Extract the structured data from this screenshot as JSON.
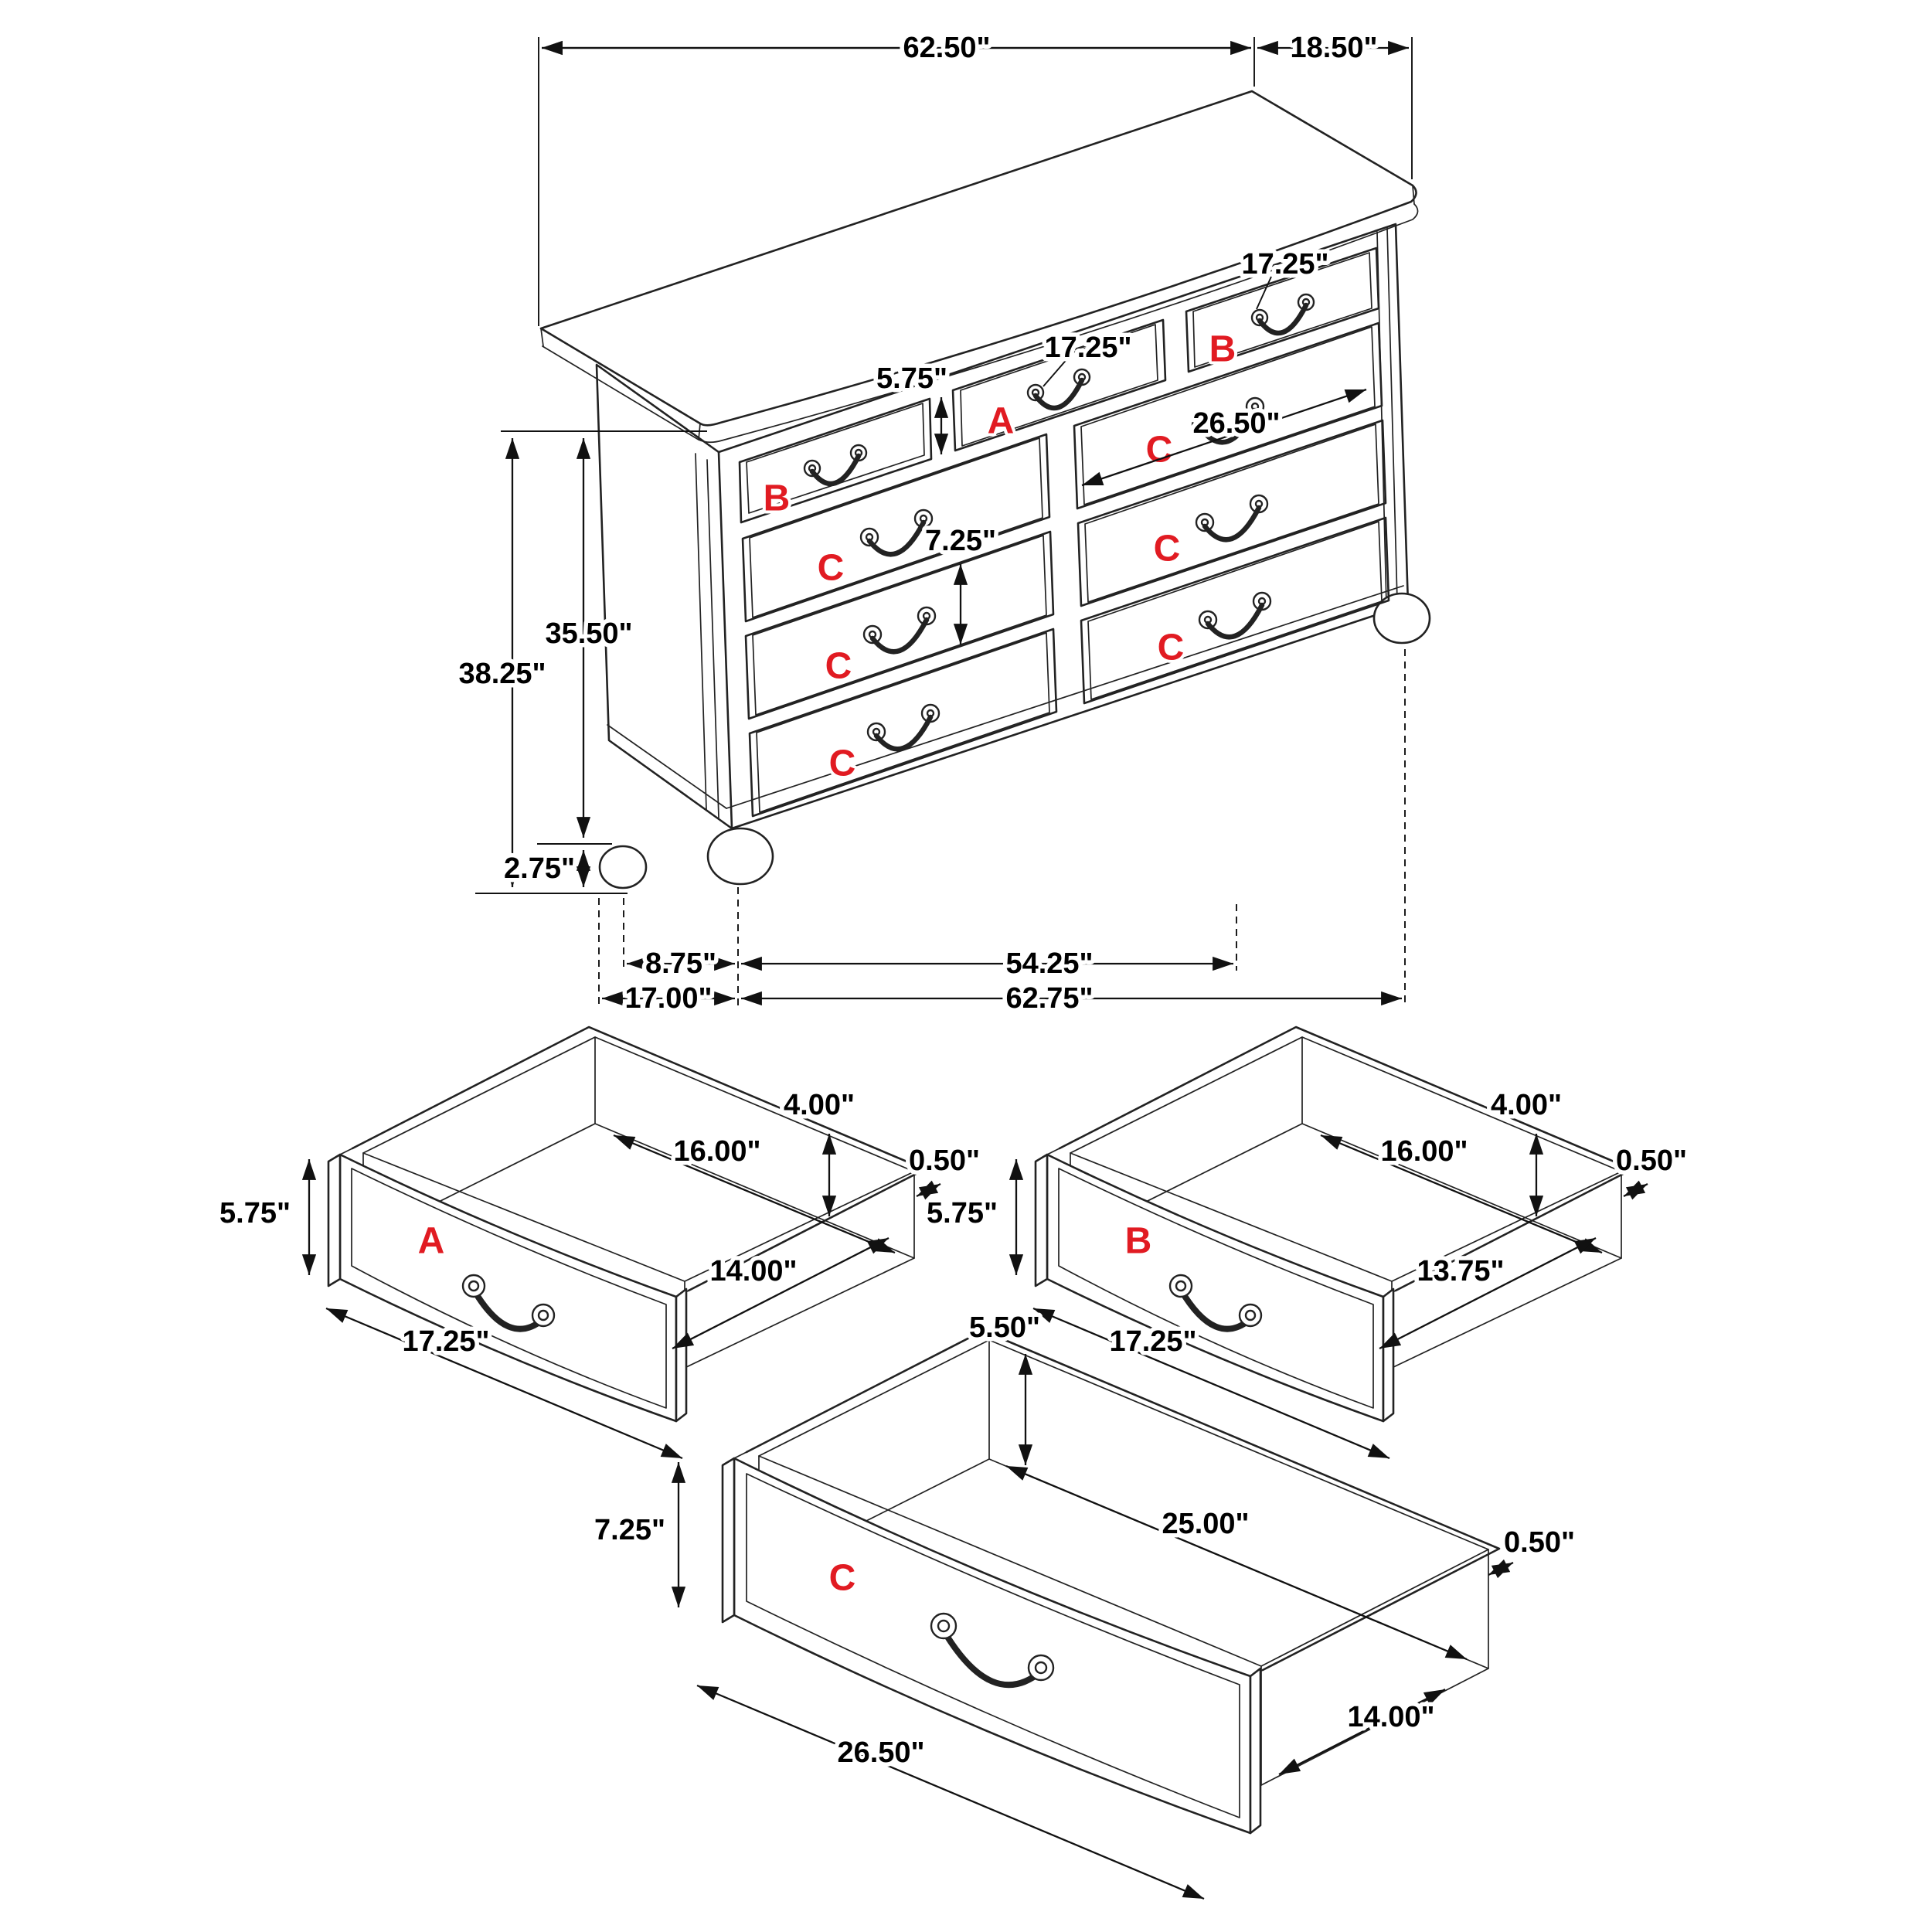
{
  "figure": {
    "type": "furniture-dimension-diagram",
    "product": "nine-drawer dresser with drawer detail views",
    "colors": {
      "line": "#222222",
      "dimension_text": "#000000",
      "part_label": "#e11b22",
      "background": "#ffffff"
    },
    "main_view": {
      "top_width": "62.50\"",
      "top_depth": "18.50\"",
      "height_total": "38.25\"",
      "height_to_top": "35.50\"",
      "foot_height": "2.75\"",
      "foot_offset": "8.75\"",
      "base_span": "54.25\"",
      "floor_depth": "17.00\"",
      "floor_width": "62.75\"",
      "small_drawer_width_right": "17.25\"",
      "small_drawer_width_center": "17.25\"",
      "small_drawer_height": "5.75\"",
      "large_drawer_width": "26.50\"",
      "large_drawer_height": "7.25\"",
      "drawer_letters": {
        "top_left": "B",
        "top_center": "A",
        "top_right": "B",
        "left_col": [
          "C",
          "C",
          "C"
        ],
        "right_col": [
          "C",
          "C",
          "C"
        ]
      }
    },
    "drawer_details": {
      "a": {
        "label": "A",
        "front_height": "5.75\"",
        "inner_height": "4.00\"",
        "inner_width": "16.00\"",
        "wall_thickness": "0.50\"",
        "inner_depth": "14.00\"",
        "front_width": "17.25\""
      },
      "b": {
        "label": "B",
        "front_height": "5.75\"",
        "inner_height": "4.00\"",
        "inner_width": "16.00\"",
        "wall_thickness": "0.50\"",
        "inner_depth": "13.75\"",
        "front_width": "17.25\""
      },
      "c": {
        "label": "C",
        "front_height": "7.25\"",
        "inner_height": "5.50\"",
        "inner_width": "25.00\"",
        "wall_thickness": "0.50\"",
        "inner_depth": "14.00\"",
        "front_width": "26.50\""
      }
    }
  }
}
